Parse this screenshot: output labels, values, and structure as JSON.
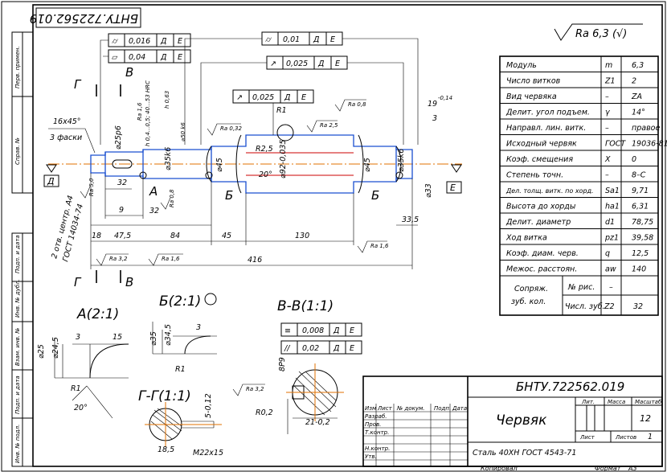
{
  "drawing_number": "БНТУ.722562.019",
  "drawing_number_rotated": "БНТУ.722562.019",
  "title": "Червяк",
  "material": "Сталь 40ХН ГОСТ 4543-71",
  "copied_label": "Копировал",
  "format_label": "Формат",
  "format_value": "А3",
  "roughness_general": "Ra 6,3 (√)",
  "title_block": {
    "headers": {
      "lit": "Лит.",
      "mass": "Масса",
      "scale": "Масштаб"
    },
    "scale_value": "12",
    "sheet_label": "Лист",
    "sheets_label": "Листов",
    "sheets_value": "1",
    "change_cols": [
      "Изм",
      "Лист",
      "№ докум.",
      "Подп.",
      "Дата"
    ],
    "roles": [
      "Разраб.",
      "Пров.",
      "Т.контр.",
      "Н.контр.",
      "Утв."
    ]
  },
  "left_strip": [
    "Перв. примен.",
    "Справ. №",
    "Подп. и дата",
    "Инв. № дубл.",
    "Взам. инв. №",
    "Подп. и дата",
    "Инв. № подл."
  ],
  "params_table": [
    {
      "name": "Модуль",
      "sym": "m",
      "val": "6,3"
    },
    {
      "name": "Число витков",
      "sym": "Z1",
      "val": "2"
    },
    {
      "name": "Вид червяка",
      "sym": "–",
      "val": "ZA"
    },
    {
      "name": "Делит. угол подъем.",
      "sym": "γ",
      "val": "14°"
    },
    {
      "name": "Направл. лин. витк.",
      "sym": "–",
      "val": "правое"
    },
    {
      "name": "Исходный червяк",
      "sym": "ГОСТ",
      "val": "19036-81"
    },
    {
      "name": "Коэф. смещения",
      "sym": "X",
      "val": "0"
    },
    {
      "name": "Степень точн.",
      "sym": "–",
      "val": "8–C"
    },
    {
      "name": "Дел. толщ. витк. по хорд.",
      "sym": "Sa1",
      "val": "9,71"
    },
    {
      "name": "Высота до хорды",
      "sym": "ha1",
      "val": "6,31"
    },
    {
      "name": "Делит. диаметр",
      "sym": "d1",
      "val": "78,75"
    },
    {
      "name": "Ход витка",
      "sym": "pz1",
      "val": "39,58"
    },
    {
      "name": "Коэф. диам. черв.",
      "sym": "q",
      "val": "12,5"
    },
    {
      "name": "Межос. расстоян.",
      "sym": "aw",
      "val": "140"
    }
  ],
  "mating": {
    "label1": "Сопряж.",
    "label2": "зуб. кол.",
    "fig_label": "№ рис.",
    "fig_val": "–",
    "teeth_label": "Числ. зуб.",
    "teeth_sym": "Z2",
    "teeth_val": "32"
  },
  "tolerances": [
    {
      "type": "⌭",
      "value": "0,016",
      "bases": [
        "Д",
        "Е"
      ]
    },
    {
      "type": "▱",
      "value": "0,04",
      "bases": [
        "Д",
        "Е"
      ]
    },
    {
      "type": "⌭",
      "value": "0,01",
      "bases": [
        "Д",
        "Е"
      ]
    },
    {
      "type": "↗",
      "value": "0,025",
      "bases": [
        "Д",
        "Е"
      ]
    },
    {
      "type": "↗",
      "value": "0,025",
      "bases": [
        "Д",
        "Е"
      ]
    }
  ],
  "dims": {
    "chamfer": "16x45°",
    "chamfer2": "3 фаски",
    "d25": "⌀25p6",
    "d35k6a": "⌀35k6",
    "d45a": "⌀45",
    "d92": "⌀92-0,035",
    "d45b": "⌀45",
    "d35k6b": "⌀35k6",
    "d33": "⌀33",
    "l18": "18",
    "l475": "47,5",
    "l84": "84",
    "l45": "45",
    "l130": "130",
    "l335": "33,5",
    "l416": "416",
    "l9": "9",
    "l32a": "32",
    "l32b": "32",
    "l3": "3",
    "l19": "19",
    "tol19": "-0,14",
    "r25": "R2,5",
    "r1": "R1",
    "a20": "20°",
    "ra32": "Ra 3,2",
    "ra16": "Ra 1,6",
    "ra08": "Ra 0,8",
    "ra25": "Ra 2,5",
    "ra032": "Ra 0,32",
    "ra50": "Ra 5,0",
    "ra16b": "Ra 1,6",
    "center": "2 отв. центр. А4",
    "center2": "ГОСТ 14034-74",
    "hrc1": "h 0,4...0,5; 40...53 HRC",
    "hrc2": "h 0,63",
    "d5k6": "⌀50 k6",
    "raobr": "Ra 1,6"
  },
  "section_markers": {
    "g": "Г",
    "v": "В",
    "a": "А",
    "b": "Б",
    "d": "Д",
    "e": "Е"
  },
  "views": {
    "a": {
      "title": "А(2:1)",
      "d25": "⌀25",
      "d245": "⌀24,5",
      "l3": "3",
      "l15": "15",
      "r1": "R1",
      "a20": "20°"
    },
    "b": {
      "title": "Б(2:1)",
      "d35": "⌀35",
      "d345": "⌀34,5",
      "l3": "3",
      "r1": "R1"
    },
    "v": {
      "title": "В-В(1:1)",
      "tol1": "0,008",
      "tol2": "0,02",
      "bases": [
        "Д",
        "Е"
      ],
      "bp": "8P9",
      "ra": "Ra 3,2",
      "r02": "R0,2",
      "d21": "21-0,2"
    },
    "g": {
      "title": "Г-Г(1:1)",
      "d185": "18,5",
      "m22": "M22x15",
      "l5": "5-0,12"
    }
  }
}
